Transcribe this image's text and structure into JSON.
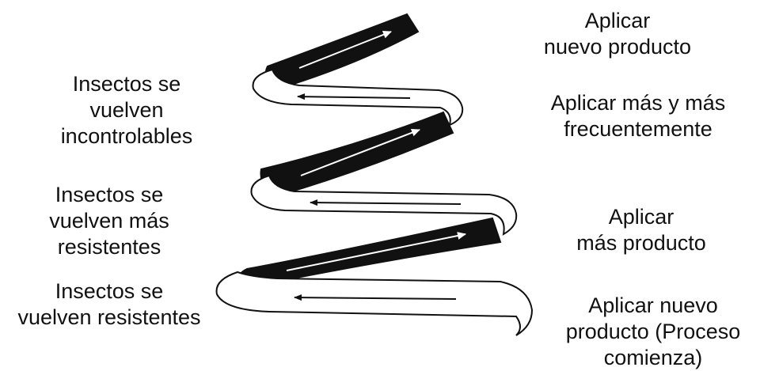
{
  "left_labels": [
    {
      "name": "label-insectos-incontrolables",
      "lines": [
        "Insectos se",
        "vuelven",
        "incontrolables"
      ]
    },
    {
      "name": "label-insectos-mas-resistentes",
      "lines": [
        "Insectos se",
        "vuelven más",
        "resistentes"
      ]
    },
    {
      "name": "label-insectos-resistentes",
      "lines": [
        "Insectos se",
        "vuelven resistentes"
      ]
    }
  ],
  "right_labels": [
    {
      "name": "label-aplicar-nuevo-producto",
      "lines": [
        "Aplicar",
        "nuevo producto"
      ]
    },
    {
      "name": "label-aplicar-mas-frecuente",
      "lines": [
        "Aplicar más y más",
        "frecuentemente"
      ]
    },
    {
      "name": "label-aplicar-mas-producto",
      "lines": [
        "Aplicar",
        "más producto"
      ]
    },
    {
      "name": "label-aplicar-nuevo-proceso",
      "lines": [
        "Aplicar nuevo",
        "producto (Proceso",
        "comienza)"
      ]
    }
  ],
  "colors": {
    "ribbon_front": "#ffffff",
    "ribbon_back": "#111111",
    "outline": "#111111",
    "arrow_on_light": "#111111",
    "arrow_on_dark": "#ffffff"
  }
}
